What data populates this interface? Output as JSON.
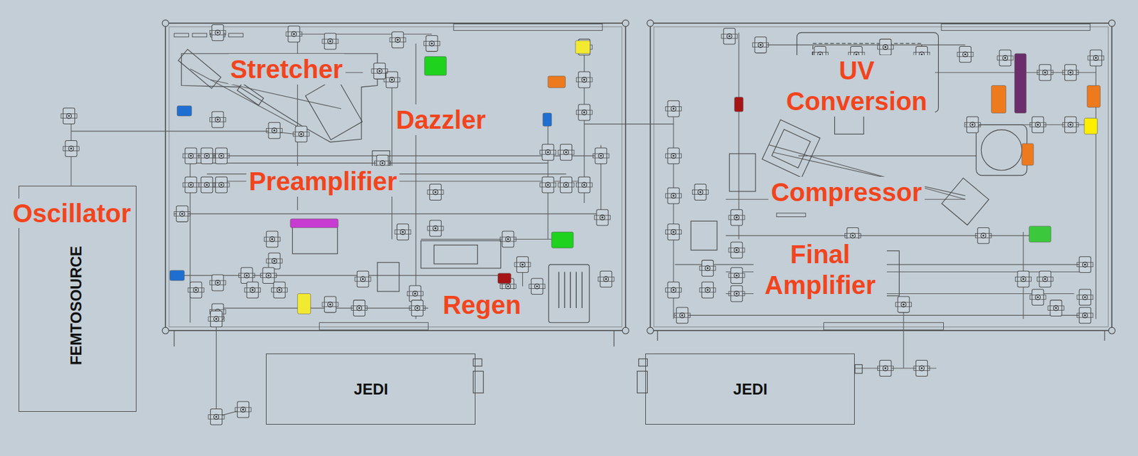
{
  "diagram": {
    "nodes": [
      {
        "text": [
          "Oscillator",
          "FEMTOSOURCE"
        ]
      },
      {
        "text": [
          "JEDI"
        ]
      },
      {
        "text": [
          "JEDI"
        ]
      }
    ],
    "labels": [
      "Stretcher",
      "Dazzler",
      "Preamplifier",
      "Regen",
      "UV Conversion",
      "Compressor",
      "Final Amplifier"
    ]
  }
}
